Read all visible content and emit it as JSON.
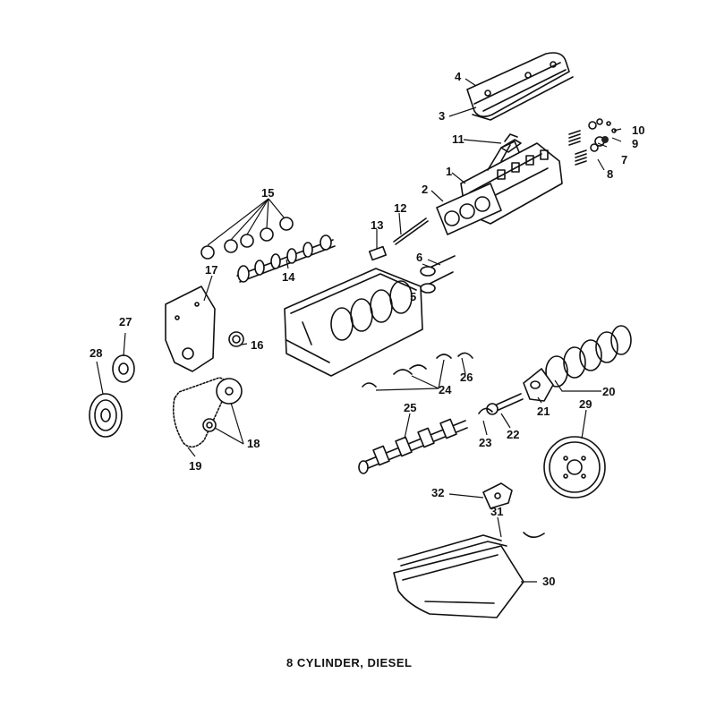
{
  "caption": "8 CYLINDER, DIESEL",
  "callouts": {
    "c1": "1",
    "c2": "2",
    "c3": "3",
    "c4": "4",
    "c5": "5",
    "c6": "6",
    "c7": "7",
    "c8": "8",
    "c9": "9",
    "c10": "10",
    "c11": "11",
    "c12": "12",
    "c13": "13",
    "c14": "14",
    "c15": "15",
    "c16": "16",
    "c17": "17",
    "c18": "18",
    "c19": "19",
    "c20": "20",
    "c21": "21",
    "c22": "22",
    "c23": "23",
    "c24": "24",
    "c25": "25",
    "c26": "26",
    "c27": "27",
    "c28": "28",
    "c29": "29",
    "c30": "30",
    "c31": "31",
    "c32": "32"
  }
}
